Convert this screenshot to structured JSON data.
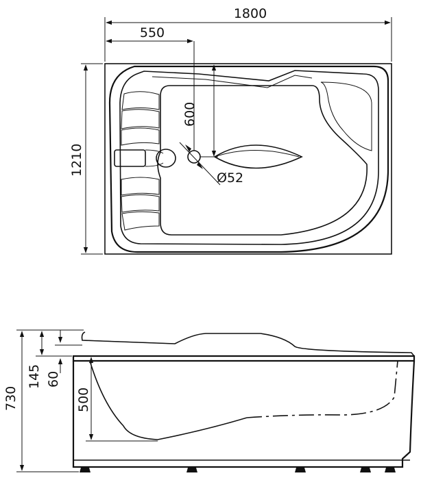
{
  "top_view": {
    "dimensions": {
      "overall_length": "1800",
      "drain_offset_x": "550",
      "drain_offset_y": "600",
      "overall_width": "1210",
      "drain_diameter": "Ø52"
    }
  },
  "side_view": {
    "dimensions": {
      "overall_height": "730",
      "headrest_height": "145",
      "rim_to_apron": "60",
      "bath_depth": "500"
    }
  }
}
